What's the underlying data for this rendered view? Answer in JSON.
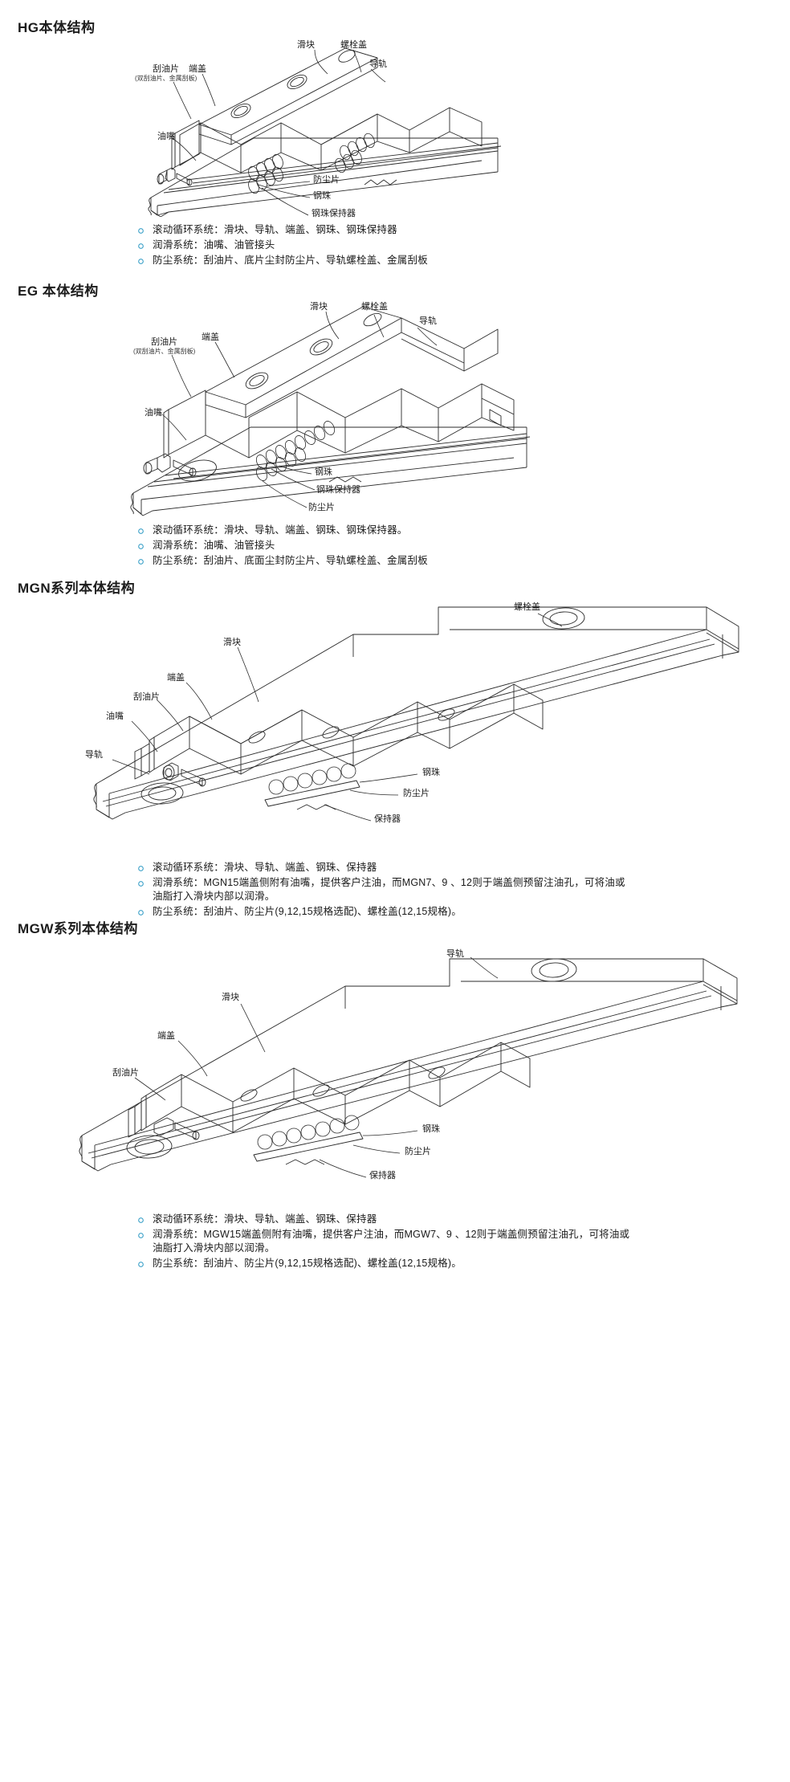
{
  "sections": [
    {
      "id": "hg",
      "title": "HG本体结构",
      "labels": [
        {
          "name": "slider",
          "text": "滑块",
          "sub": ""
        },
        {
          "name": "bolt-cap",
          "text": "螺栓盖",
          "sub": ""
        },
        {
          "name": "rail",
          "text": "导轨",
          "sub": ""
        },
        {
          "name": "end-cap",
          "text": "端盖",
          "sub": ""
        },
        {
          "name": "oil-scraper",
          "text": "刮油片",
          "sub": "(双刮油片、金属刮板)"
        },
        {
          "name": "oil-nipple",
          "text": "油嘴",
          "sub": ""
        },
        {
          "name": "dust-proof-sheet",
          "text": "防尘片",
          "sub": ""
        },
        {
          "name": "steel-ball",
          "text": "钢珠",
          "sub": ""
        },
        {
          "name": "ball-retainer",
          "text": "钢珠保持器",
          "sub": ""
        }
      ],
      "bullets": [
        "滚动循环系统：滑块、导轨、端盖、钢珠、钢珠保持器",
        "润滑系统：油嘴、油管接头",
        "防尘系统：刮油片、底片尘封防尘片、导轨螺栓盖、金属刮板"
      ]
    },
    {
      "id": "eg",
      "title": "EG 本体结构",
      "labels": [
        {
          "name": "slider",
          "text": "滑块",
          "sub": ""
        },
        {
          "name": "bolt-cap",
          "text": "螺栓盖",
          "sub": ""
        },
        {
          "name": "rail",
          "text": "导轨",
          "sub": ""
        },
        {
          "name": "end-cap",
          "text": "端盖",
          "sub": ""
        },
        {
          "name": "oil-scraper",
          "text": "刮油片",
          "sub": "(双刮油片、金属刮板)"
        },
        {
          "name": "oil-nipple",
          "text": "油嘴",
          "sub": ""
        },
        {
          "name": "steel-ball",
          "text": "钢珠",
          "sub": ""
        },
        {
          "name": "ball-retainer",
          "text": "钢珠保持器",
          "sub": ""
        },
        {
          "name": "dust-proof-sheet",
          "text": "防尘片",
          "sub": ""
        }
      ],
      "bullets": [
        "滚动循环系统：滑块、导轨、端盖、钢珠、钢珠保持器。",
        "润滑系统：油嘴、油管接头",
        "防尘系统：刮油片、底面尘封防尘片、导轨螺栓盖、金属刮板"
      ]
    },
    {
      "id": "mgn",
      "title": "MGN系列本体结构",
      "labels": [
        {
          "name": "bolt-cap",
          "text": "螺栓盖",
          "sub": ""
        },
        {
          "name": "slider",
          "text": "滑块",
          "sub": ""
        },
        {
          "name": "end-cap",
          "text": "端盖",
          "sub": ""
        },
        {
          "name": "oil-scraper",
          "text": "刮油片",
          "sub": ""
        },
        {
          "name": "oil-nipple",
          "text": "油嘴",
          "sub": ""
        },
        {
          "name": "rail",
          "text": "导轨",
          "sub": ""
        },
        {
          "name": "steel-ball",
          "text": "钢珠",
          "sub": ""
        },
        {
          "name": "dust-proof-sheet",
          "text": "防尘片",
          "sub": ""
        },
        {
          "name": "retainer",
          "text": "保持器",
          "sub": ""
        }
      ],
      "bullets": [
        "滚动循环系统：滑块、导轨、端盖、钢珠、保持器",
        "润滑系统：MGN15端盖侧附有油嘴，提供客户注油，而MGN7、9 、12则于端盖侧预留注油孔，可将油或油脂打入滑块内部以润滑。",
        "防尘系统：刮油片、防尘片(9,12,15规格选配)、螺栓盖(12,15规格)。"
      ]
    },
    {
      "id": "mgw",
      "title": "MGW系列本体结构",
      "labels": [
        {
          "name": "rail",
          "text": "导轨",
          "sub": ""
        },
        {
          "name": "slider",
          "text": "滑块",
          "sub": ""
        },
        {
          "name": "end-cap",
          "text": "端盖",
          "sub": ""
        },
        {
          "name": "oil-scraper",
          "text": "刮油片",
          "sub": ""
        },
        {
          "name": "steel-ball",
          "text": "钢珠",
          "sub": ""
        },
        {
          "name": "dust-proof-sheet",
          "text": "防尘片",
          "sub": ""
        },
        {
          "name": "retainer",
          "text": "保持器",
          "sub": ""
        }
      ],
      "bullets": [
        "滚动循环系统：滑块、导轨、端盖、钢珠、保持器",
        "润滑系统：MGW15端盖侧附有油嘴，提供客户注油，而MGW7、9 、12则于端盖侧预留注油孔，可将油或油脂打入滑块内部以润滑。",
        "防尘系统：刮油片、防尘片(9,12,15规格选配)、螺栓盖(12,15规格)。"
      ]
    }
  ],
  "colors": {
    "bullet_marker": "#3aa0c8",
    "text": "#1a1a1a",
    "line": "#2b2b2b",
    "background": "#ffffff"
  }
}
